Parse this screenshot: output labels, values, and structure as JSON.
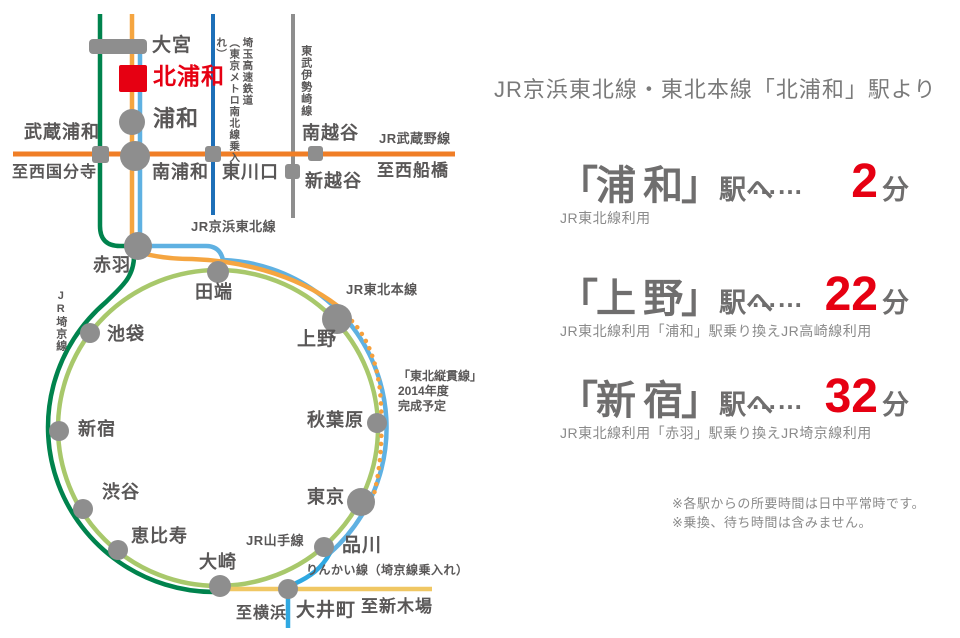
{
  "colors": {
    "highlight_red": "#E60012",
    "station_gray": "#8E8E8E",
    "label_dark_gray": "#595757",
    "musashino_orange": "#F07E26",
    "tohoku_honsen_orange": "#F5A540",
    "keihin_tohoku_blue": "#5FB1E2",
    "rinkai_branch_blue": "#2FA8E1",
    "saitama_railway_blue": "#1D6FB8",
    "saikyo_green": "#00834D",
    "yamanote_yellow_green": "#A8C86B",
    "rinkai_yellow": "#F0C763",
    "tobu_gray": "#8E8E8E",
    "panel_text_gray": "#6f6e6e",
    "heading_gray": "#7a7a7a"
  },
  "map": {
    "stations": {
      "omiya": "大宮",
      "kita_urawa": "北浦和",
      "urawa": "浦和",
      "musashi_urawa": "武蔵浦和",
      "minami_urawa": "南浦和",
      "higashi_kawaguchi": "東川口",
      "minami_koshigaya": "南越谷",
      "shin_koshigaya": "新越谷",
      "akabane": "赤羽",
      "tabata": "田端",
      "ikebukuro": "池袋",
      "shinjuku": "新宿",
      "shibuya": "渋谷",
      "ebisu": "恵比寿",
      "osaki": "大崎",
      "shinagawa": "品川",
      "tokyo": "東京",
      "akihabara": "秋葉原",
      "ueno": "上野",
      "oimachi": "大井町"
    },
    "lines": {
      "keihin_tohoku": "JR京浜東北線",
      "musashino": "JR武蔵野線",
      "tohoku_honsen": "JR東北本線",
      "yamanote": "JR山手線",
      "rinkai": "りんかい線（埼京線乗入れ）",
      "saikyo": "JR埼京線",
      "tobu_isesaki": "東武伊勢崎線",
      "saitama_kosoku": "埼玉高速鉄道",
      "saitama_kosoku_sub": "（東京メトロ南北線乗入れ）"
    },
    "directions": {
      "nishi_kokubunji": "至西国分寺",
      "nishi_funabashi": "至西船橋",
      "yokohama": "至横浜",
      "shin_kiba": "至新木場"
    },
    "annotation": {
      "line1": "「東北縦貫線」",
      "line2": "2014年度",
      "line3": "完成予定"
    }
  },
  "panel": {
    "heading": "JR京浜東北線・東北本線「北浦和」駅より",
    "dots": "……",
    "unit": "分",
    "rows": [
      {
        "station": "「浦 和」",
        "suffix": "駅へ",
        "minutes": "2",
        "note": "JR東北線利用"
      },
      {
        "station": "「上 野」",
        "suffix": "駅へ",
        "minutes": "22",
        "note": "JR東北線利用「浦和」駅乗り換えJR高崎線利用"
      },
      {
        "station": "「新 宿」",
        "suffix": "駅へ",
        "minutes": "32",
        "note": "JR東北線利用「赤羽」駅乗り換えJR埼京線利用"
      }
    ],
    "notes": {
      "n1": "※各駅からの所要時間は日中平常時です。",
      "n2": "※乗換、待ち時間は含みません。"
    }
  }
}
